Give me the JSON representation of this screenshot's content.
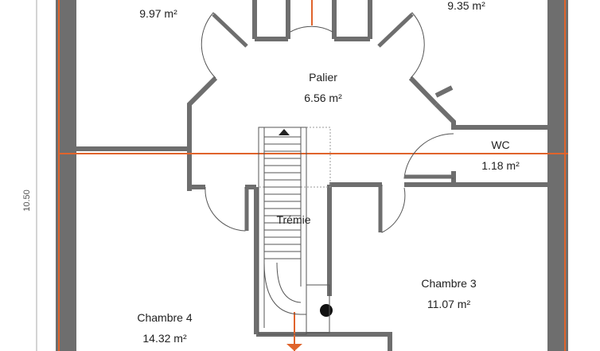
{
  "colors": {
    "wall": "#6e6e6e",
    "accent": "#e0642c",
    "door": "#555555",
    "background": "#ffffff"
  },
  "dimension": {
    "height_label": "10.50"
  },
  "rooms": {
    "top_left": {
      "area": "9.97 m²"
    },
    "top_right": {
      "area": "9.35 m²"
    },
    "palier": {
      "name": "Palier",
      "area": "6.56 m²"
    },
    "wc": {
      "name": "WC",
      "area": "1.18 m²"
    },
    "tremie": {
      "name": "Trémie"
    },
    "chambre3": {
      "name": "Chambre 3",
      "area": "11.07 m²"
    },
    "chambre4": {
      "name": "Chambre 4",
      "area": "14.32 m²"
    }
  }
}
